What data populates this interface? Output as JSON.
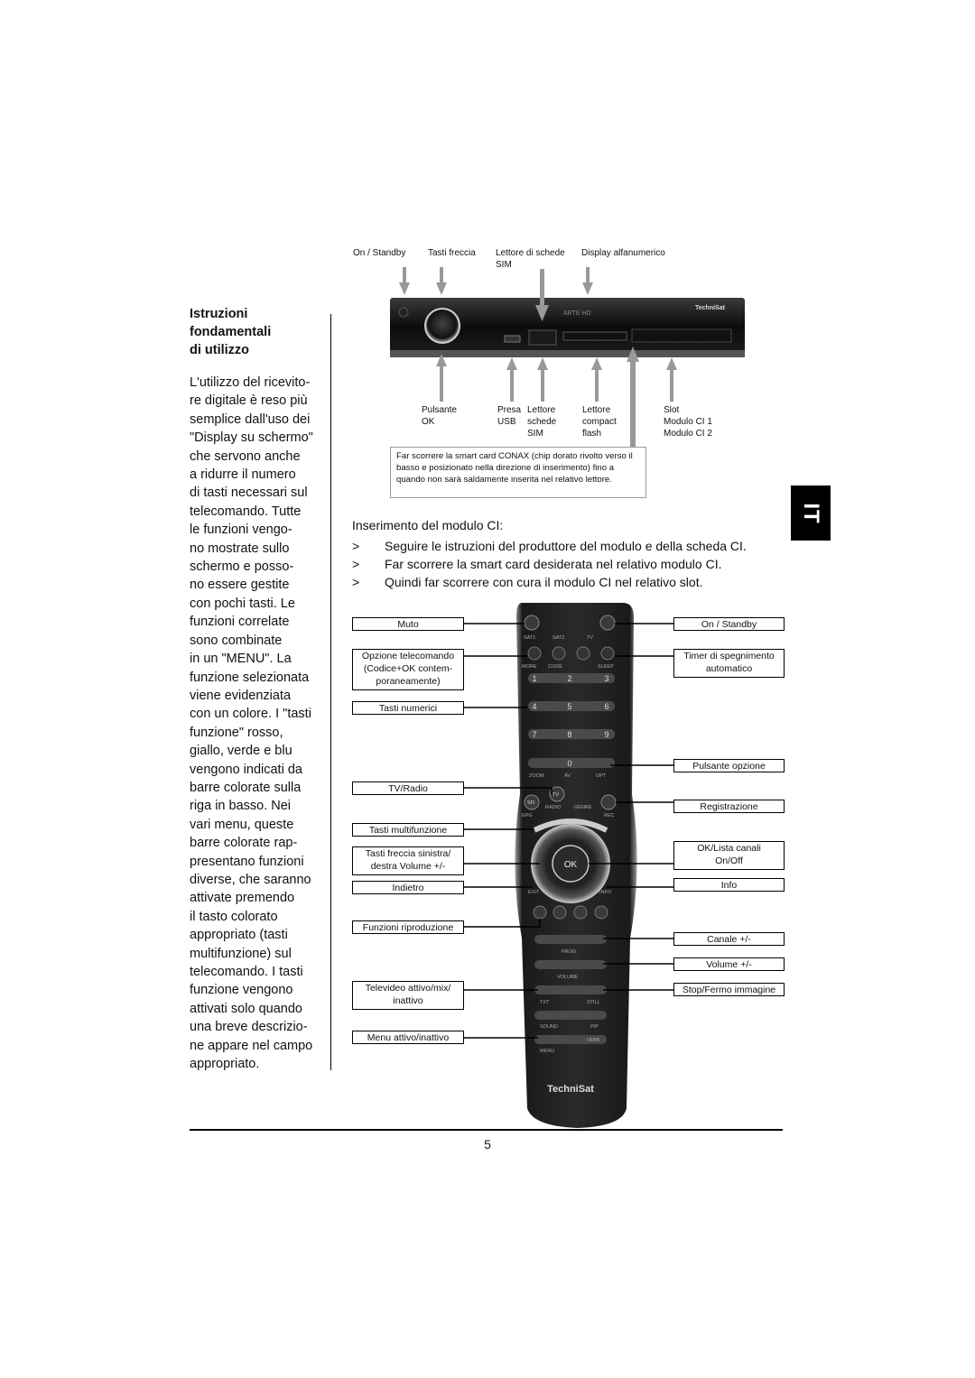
{
  "section_title": "Istruzioni\nfondamentali\ndi utilizzo",
  "body_text": "L'utilizzo del ricevito-\nre digitale è reso più\nsemplice dall'uso dei\n\"Display su schermo\"\nche servono anche\na ridurre il numero\ndi tasti necessari sul\ntelecomando. Tutte\nle funzioni vengo-\nno mostrate sullo\nschermo e posso-\nno essere gestite\ncon pochi tasti. Le\nfunzioni correlate\nsono combinate\nin un \"MENU\". La\nfunzione selezionata\nviene evidenziata\ncon un colore. I \"tasti\nfunzione\" rosso,\ngiallo, verde e blu\nvengono indicati da\nbarre colorate sulla\nriga in basso. Nei\nvari menu, queste\nbarre colorate rap-\npresentano funzioni\ndiverse, che saranno\nattivate premendo\nil tasto colorato\nappropriato (tasti\nmultifunzione) sul\ntelecomando. I tasti\nfunzione vengono\nattivati solo quando\nuna breve descrizio-\nne appare nel campo\nappropriato.",
  "receiver": {
    "top_labels": {
      "on_standby": "On / Standby",
      "arrows": "Tasti freccia",
      "sim_reader": "Lettore di schede\nSIM",
      "display": "Display alfanumerico"
    },
    "bottom_labels": {
      "ok": "Pulsante\nOK",
      "usb": "Presa\nUSB",
      "sim": "Lettore\nschede\nSIM",
      "cf": "Lettore\ncompact\nflash",
      "slot": "Slot\nModulo CI 1\nModulo CI 2"
    },
    "display_text": "ARTE HD",
    "brand": "TechniSat",
    "note": "Far scorrere la smart card CONAX (chip dorato rivolto verso il basso e posizionato nella direzione di inserimento) fino a quando non sarà saldamente inserita nel relativo lettore."
  },
  "ci_module": {
    "heading": "Inserimento del modulo CI:",
    "steps": [
      {
        "marker": ">",
        "text": "Seguire le istruzioni del produttore del modulo e della scheda CI."
      },
      {
        "marker": ">",
        "text": "Far scorrere la smart card desiderata nel relativo modulo CI."
      },
      {
        "marker": ">",
        "text": "Quindi far scorrere con cura il modulo CI nel relativo slot."
      }
    ]
  },
  "language_tab": "IT",
  "remote": {
    "left_callouts": [
      "Muto",
      "Opzione telecomando\n(Codice+OK contem-\nporaneamente)",
      "Tasti numerici",
      "TV/Radio",
      "Tasti multifunzione",
      "Tasti freccia sinistra/\ndestra Volume +/-",
      "Indietro",
      "Funzioni riproduzione",
      "Televideo attivo/mix/\ninattivo",
      "Menu attivo/inattivo"
    ],
    "right_callouts": [
      "On / Standby",
      "Timer di spegnimento\nautomatico",
      "Pulsante opzione",
      "Registrazione",
      "OK/Lista canali\nOn/Off",
      "Info",
      "Canale +/-",
      "Volume +/-",
      "Stop/Fermo immagine"
    ],
    "button_labels": {
      "sat1": "SAT1",
      "sat2": "SAT2",
      "tv": "TV",
      "more": "MORE",
      "code": "CODE",
      "sleep": "SLEEP",
      "digits": [
        "1",
        "2",
        "3",
        "4",
        "5",
        "6",
        "7",
        "8",
        "9",
        "0"
      ],
      "zoom": "ZOOM",
      "av": "AV",
      "opt": "OPT",
      "sfi": "SFI",
      "radio": "RADIO",
      "genre": "GENRE",
      "epg": "EPG",
      "rec": "REC",
      "ok": "OK",
      "exit": "EXIT",
      "info": "INFO",
      "prog": "PROG",
      "volume": "VOLUME",
      "txt": "TXT",
      "still": "STILL",
      "sound": "SOUND",
      "pip": "PIP",
      "menu": "MENU",
      "hdmi": "HDMI",
      "brand": "TechniSat"
    }
  },
  "page_number": "5"
}
